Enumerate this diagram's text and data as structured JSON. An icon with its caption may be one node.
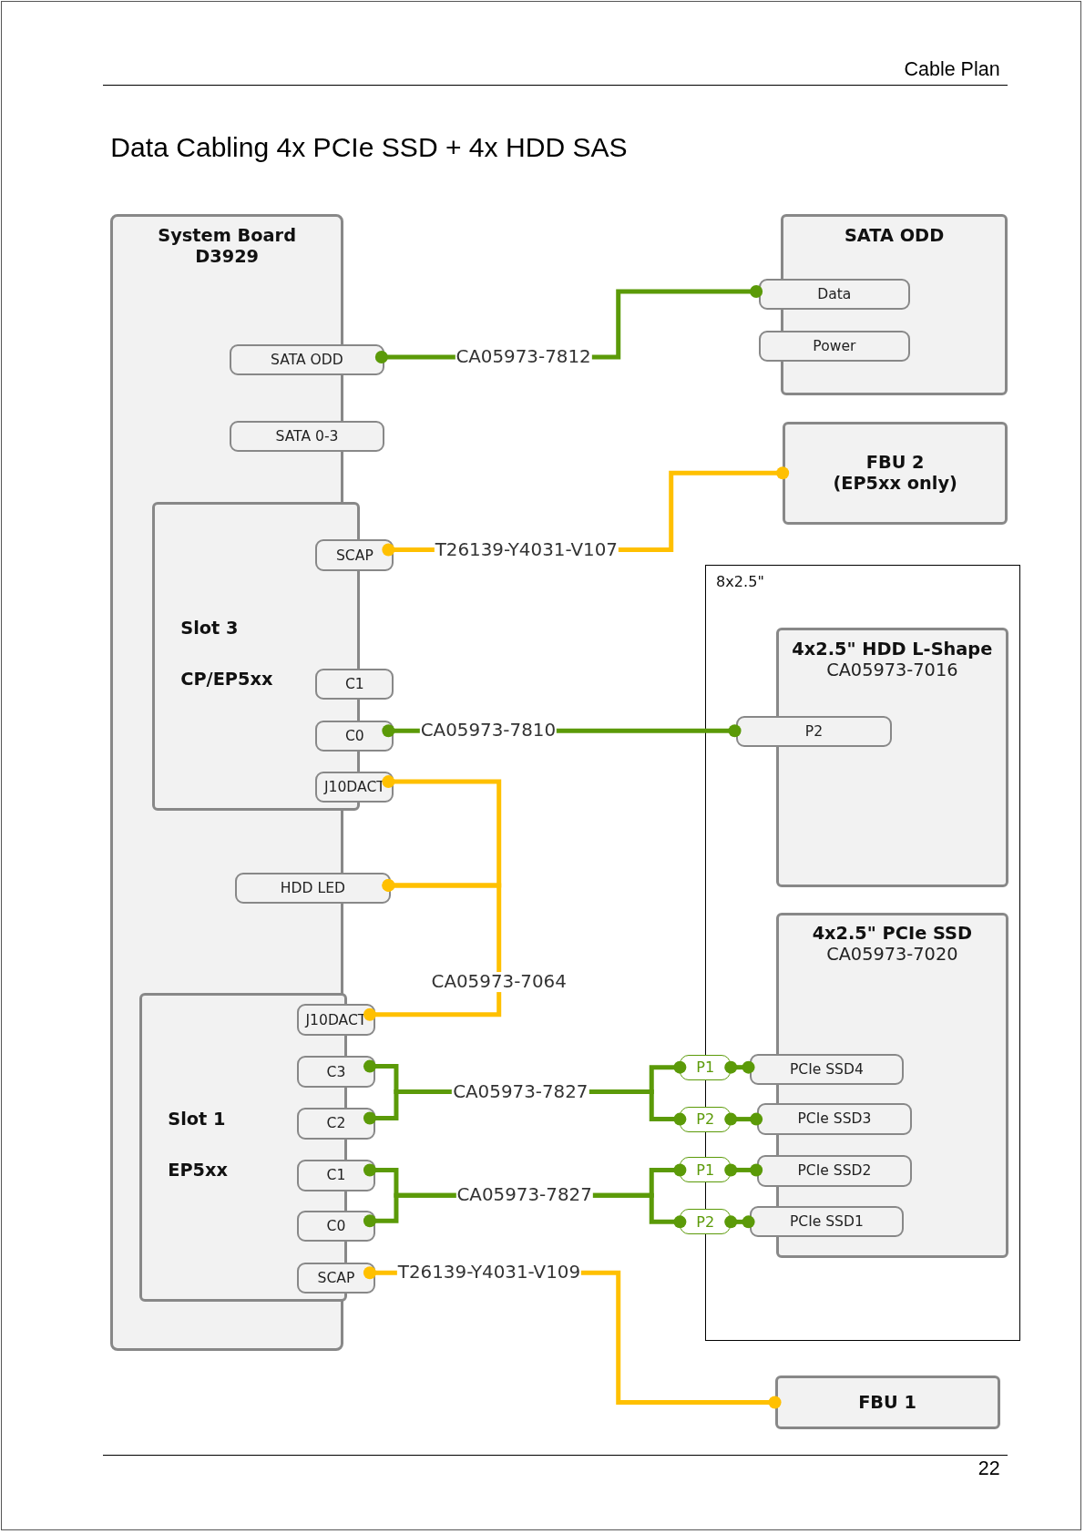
{
  "diagram": {
    "title": "Data Cabling 4x PCIe SSD + 4x HDD SAS",
    "nodes": [
      {
        "text": [
          "System Board D3929"
        ]
      },
      {
        "text": [
          "SATA ODD"
        ],
        "in": 0
      },
      {
        "text": [
          "SATA 0-3"
        ],
        "in": 0
      },
      {
        "text": [
          "Slot 3",
          "CP/EP5xx"
        ],
        "in": 0
      },
      {
        "text": [
          "SCAP"
        ],
        "in": 3
      },
      {
        "text": [
          "C1"
        ],
        "in": 3
      },
      {
        "text": [
          "C0"
        ],
        "in": 3
      },
      {
        "text": [
          "J10DACT"
        ],
        "in": 3
      },
      {
        "text": [
          "HDD LED"
        ],
        "in": 0
      },
      {
        "text": [
          "Slot 1",
          "EP5xx"
        ],
        "in": 0
      },
      {
        "text": [
          "J10DACT"
        ],
        "in": 9
      },
      {
        "text": [
          "C3"
        ],
        "in": 9
      },
      {
        "text": [
          "C2"
        ],
        "in": 9
      },
      {
        "text": [
          "C1"
        ],
        "in": 9
      },
      {
        "text": [
          "C0"
        ],
        "in": 9
      },
      {
        "text": [
          "SCAP"
        ],
        "in": 9
      },
      {
        "text": [
          "SATA ODD"
        ]
      },
      {
        "text": [
          "Data"
        ],
        "in": 16
      },
      {
        "text": [
          "Power"
        ],
        "in": 16
      },
      {
        "text": [
          "FBU 2 (EP5xx only)"
        ]
      },
      {
        "text": [
          "8x2.5\""
        ]
      },
      {
        "text": [
          "4x2.5\" HDD L-Shape",
          "CA05973-7016"
        ],
        "in": 20
      },
      {
        "text": [
          "P2"
        ],
        "in": 20
      },
      {
        "text": [
          "4x2.5\" PCIe SSD",
          "CA05973-7020"
        ],
        "in": 20
      },
      {
        "text": [
          "PCIe SSD4"
        ],
        "in": 20
      },
      {
        "text": [
          "PCIe SSD3"
        ],
        "in": 20
      },
      {
        "text": [
          "PCIe SSD2"
        ],
        "in": 20
      },
      {
        "text": [
          "PCIe SSD1"
        ],
        "in": 20
      },
      {
        "text": [
          "P1"
        ]
      },
      {
        "text": [
          "P2"
        ]
      },
      {
        "text": [
          "P1"
        ]
      },
      {
        "text": [
          "P2"
        ]
      },
      {
        "text": [
          "FBU 1"
        ]
      }
    ],
    "edges": [
      {
        "from": 1,
        "to": 17,
        "arrow": "other",
        "label": "CA05973-7812"
      },
      {
        "from": 4,
        "to": 19,
        "arrow": "other",
        "label": "T26139-Y4031-V107",
        "color": "#ffc000"
      },
      {
        "from": 6,
        "to": 22,
        "arrow": "other",
        "label": "CA05973-7810"
      },
      {
        "from": 8,
        "to": 7,
        "arrow": "other",
        "color": "#ffc000"
      },
      {
        "from": 8,
        "to": 10,
        "arrow": "other",
        "label": "CA05973-7064",
        "color": "#ffc000"
      },
      {
        "from": 11,
        "to": 28,
        "arrow": "other",
        "label": "CA05973-7827"
      },
      {
        "from": 12,
        "to": 29,
        "arrow": "other"
      },
      {
        "from": 13,
        "to": 30,
        "arrow": "other",
        "label": "CA05973-7827"
      },
      {
        "from": 14,
        "to": 31,
        "arrow": "other"
      },
      {
        "from": 28,
        "to": 24,
        "arrow": "other"
      },
      {
        "from": 29,
        "to": 25,
        "arrow": "other"
      },
      {
        "from": 30,
        "to": 26,
        "arrow": "other"
      },
      {
        "from": 31,
        "to": 27,
        "arrow": "other"
      },
      {
        "from": 15,
        "to": 32,
        "arrow": "other",
        "label": "T26139-Y4031-V109",
        "color": "#ffc000"
      }
    ],
    "labels": [
      "Cable Plan",
      "22"
    ]
  }
}
